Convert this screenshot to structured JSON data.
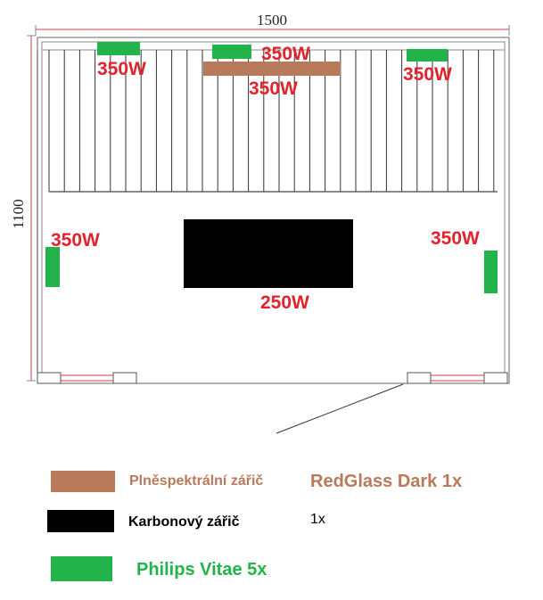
{
  "dimensions": {
    "width": "1500",
    "height": "1100"
  },
  "heaters": {
    "top_left": "350W",
    "top_center": "350W",
    "center_fullspectrum": "350W",
    "top_right": "350W",
    "left_wall": "350W",
    "right_wall": "350W",
    "carbon": "250W"
  },
  "legend": [
    {
      "label": "Plněspektrální zářič",
      "product": "RedGlass Dark 1x",
      "color": "#b87a5a",
      "text_color": "#b87a5a"
    },
    {
      "label": "Karbonový zářič",
      "product": "1x",
      "color": "#000000",
      "text_color": "#000000"
    },
    {
      "label": "Philips Vitae 5x",
      "product": "",
      "color": "#22b44a",
      "text_color": "#22b44a"
    }
  ],
  "colors": {
    "fullspectrum": "#b87a5a",
    "carbon": "#000000",
    "philips": "#22b44a",
    "watt_label": "#e0232c"
  }
}
